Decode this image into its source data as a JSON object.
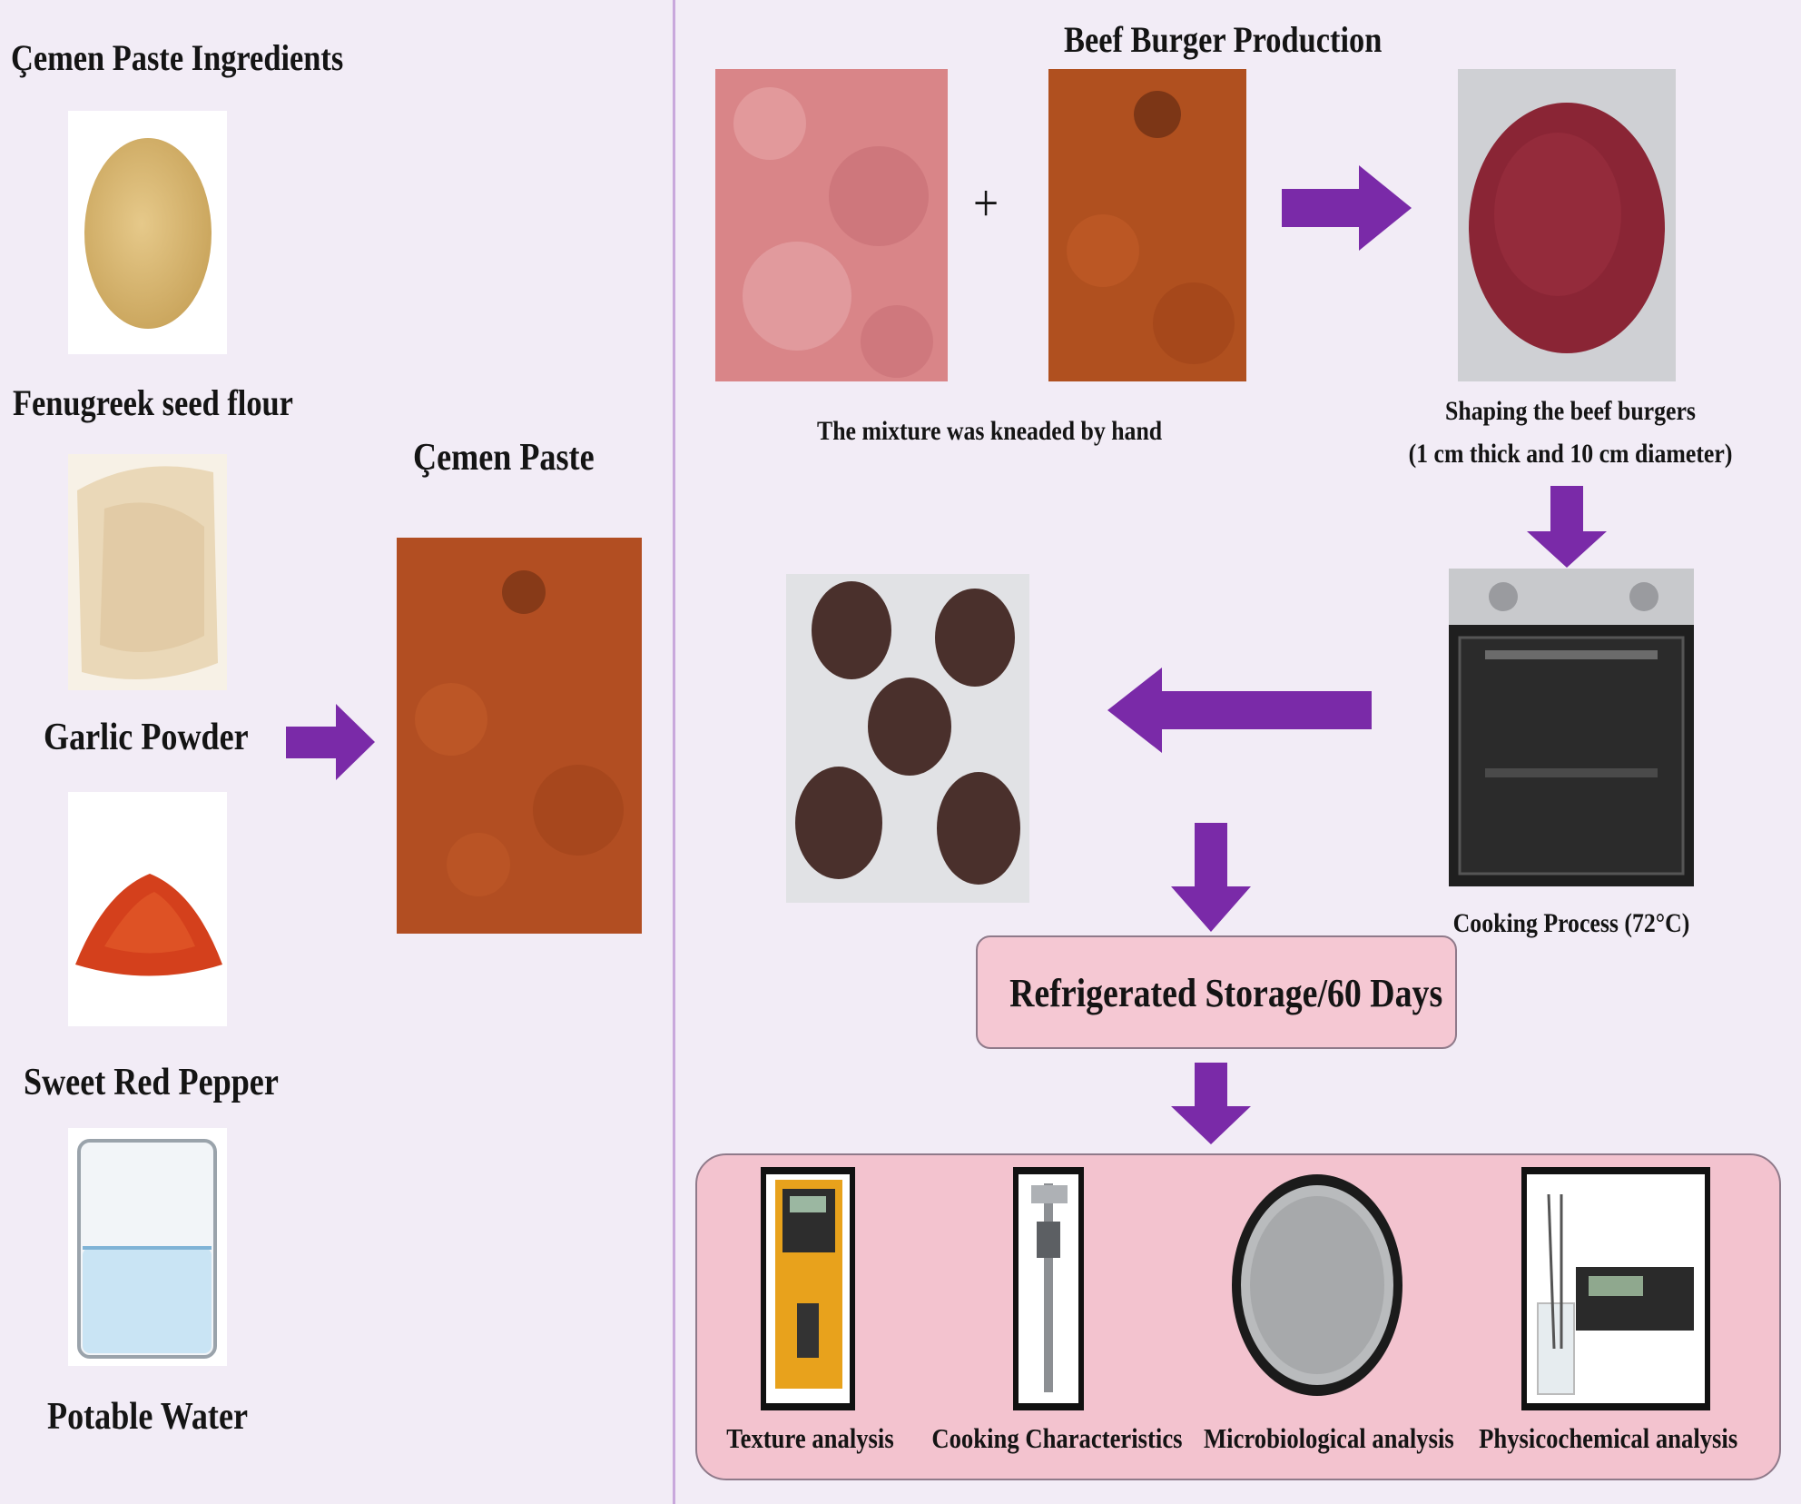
{
  "left_panel": {
    "heading": "Çemen Paste Ingredients",
    "ingredients": [
      {
        "label": "Fenugreek seed flour",
        "icon": "fenugreek-flour-image"
      },
      {
        "label": "Garlic Powder",
        "icon": "garlic-powder-image"
      },
      {
        "label": "Sweet Red Pepper",
        "icon": "red-pepper-powder-image"
      },
      {
        "label": "Potable Water",
        "icon": "water-beaker-image"
      }
    ],
    "paste_title": "Çemen Paste"
  },
  "right_panel": {
    "heading": "Beef Burger Production",
    "plus_sign": "+",
    "mix_caption": "The mixture was kneaded by hand",
    "shaping_caption_line1": "Shaping the beef burgers",
    "shaping_caption_line2": "(1 cm thick and 10 cm diameter)",
    "cooking_caption": "Cooking Process (72°C)",
    "storage_label": "Refrigerated Storage/60 Days",
    "analyses": [
      {
        "label": "Texture analysis",
        "icon": "texture-analyzer-image"
      },
      {
        "label": "Cooking Characteristics",
        "icon": "caliper-image"
      },
      {
        "label": "Microbiological analysis",
        "icon": "petri-dish-image"
      },
      {
        "label": "Physicochemical analysis",
        "icon": "ph-meter-image"
      }
    ]
  },
  "colors": {
    "background": "#f2ecf6",
    "arrow": "#7a2aa8",
    "storage_box": "#f5c8d3",
    "analysis_box": "#f3c3cf",
    "divider": "#c9a8dc"
  }
}
